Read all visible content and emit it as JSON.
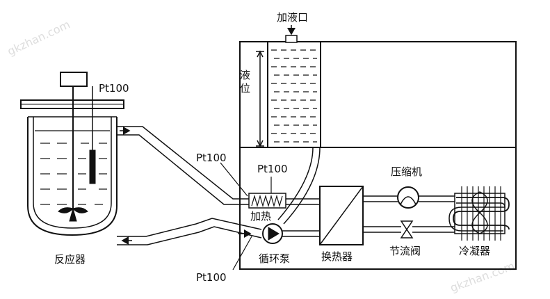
{
  "labels": {
    "fill_port": "加液口",
    "level": "液位",
    "reactor": "反应器",
    "pt100_reactor": "Pt100",
    "pt100_outlet": "Pt100",
    "pt100_heater": "Pt100",
    "pt100_bottom": "Pt100",
    "heater": "加热",
    "pump": "循环泵",
    "heat_exchanger": "换热器",
    "compressor": "压缩机",
    "throttle_valve": "节流阀",
    "condenser": "冷凝器"
  },
  "watermarks": [
    "gkzhan.com",
    "gkzhan.com"
  ],
  "colors": {
    "line": "#111111",
    "background": "#ffffff"
  }
}
